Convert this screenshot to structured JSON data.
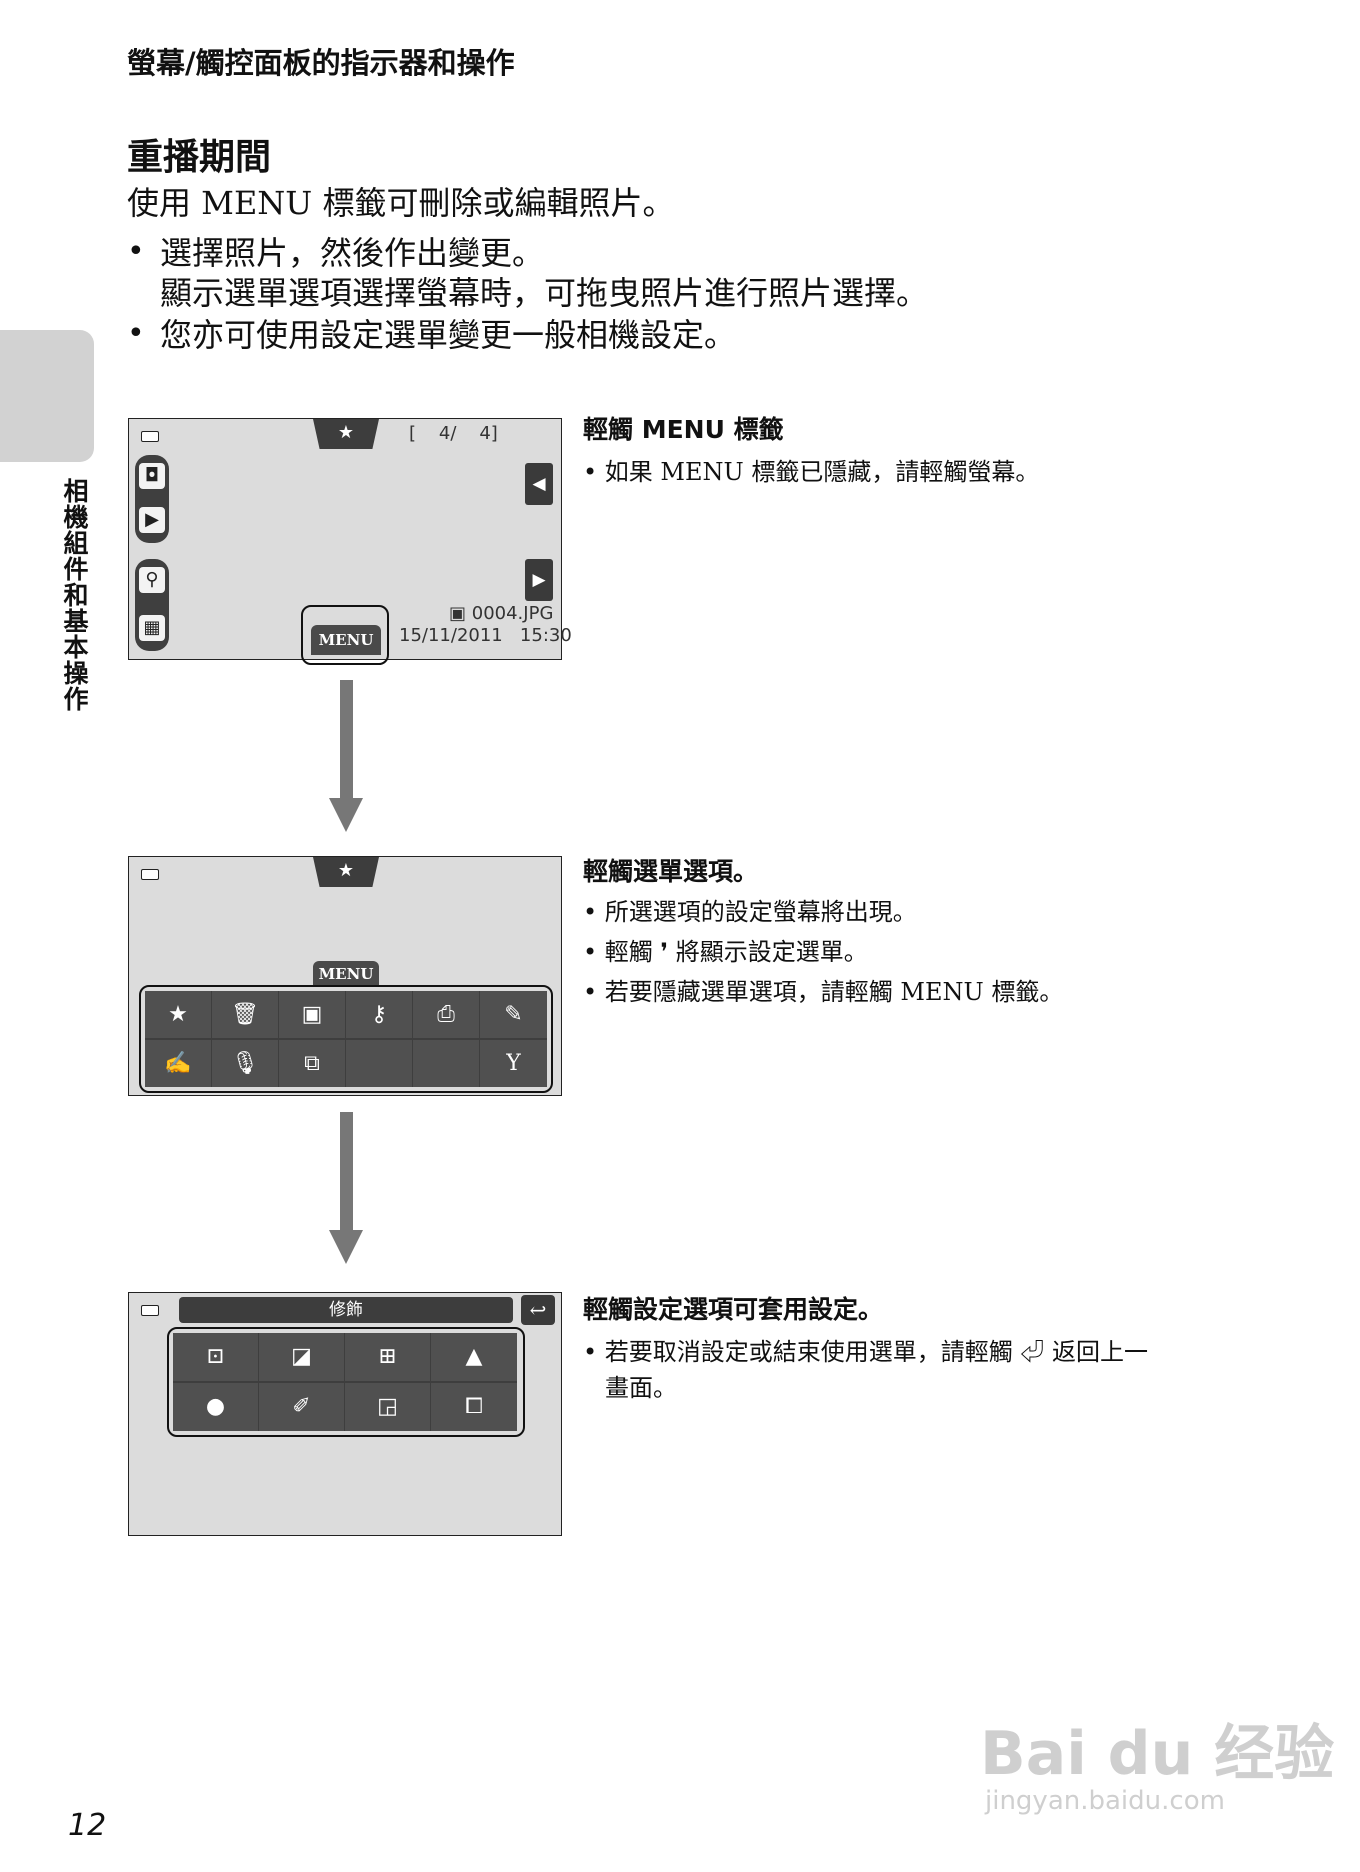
{
  "header": {
    "running_head": "螢幕/觸控面板的指示器和操作"
  },
  "section": {
    "title": "重播期間",
    "intro": "使用 MENU 標籤可刪除或編輯照片。",
    "bullets": [
      "選擇照片，然後作出變更。",
      "顯示選單選項選擇螢幕時，可拖曳照片進行照片選擇。",
      "您亦可使用設定選單變更一般相機設定。"
    ]
  },
  "side_label": "相機組件和基本操作",
  "screen1": {
    "counter": "[    4/    4]",
    "file_name": "0004.JPG",
    "date_time": "15/11/2011   15:30",
    "menu_tab": "MENU",
    "star": "★"
  },
  "screen2": {
    "menu_tab": "MENU",
    "star": "★",
    "icons_row1": [
      "folder-star-icon",
      "trash-icon",
      "slideshow-icon",
      "key-icon",
      "print-icon",
      "pencil-icon"
    ],
    "icons_row2": [
      "edit-box-icon",
      "microphone-icon",
      "crop-icon",
      "",
      "",
      "wrench-icon"
    ]
  },
  "screen3": {
    "title_bar": "修飾",
    "icons_row1": [
      "quick-retouch-icon",
      "d-lighting-icon",
      "skin-softening-icon",
      "filter-effects-icon"
    ],
    "icons_row2": [
      "glamour-retouch-icon",
      "paint-icon",
      "small-picture-icon",
      "crop-copy-icon"
    ]
  },
  "steps": [
    {
      "title": "輕觸 MENU 標籤",
      "items": [
        "如果 MENU 標籤已隱藏，請輕觸螢幕。"
      ]
    },
    {
      "title": "輕觸選單選項。",
      "items": [
        "所選選項的設定螢幕將出現。",
        "輕觸 ❜ 將顯示設定選單。",
        "若要隱藏選單選項，請輕觸 MENU 標籤。"
      ]
    },
    {
      "title": "輕觸設定選項可套用設定。",
      "items": [
        "若要取消設定或結束使用選單，請輕觸 ⏎ 返回上一",
        "畫面。"
      ]
    }
  ],
  "page_number": "12",
  "watermark": {
    "brand": "Bai du 经验",
    "url": "jingyan.baidu.com"
  }
}
